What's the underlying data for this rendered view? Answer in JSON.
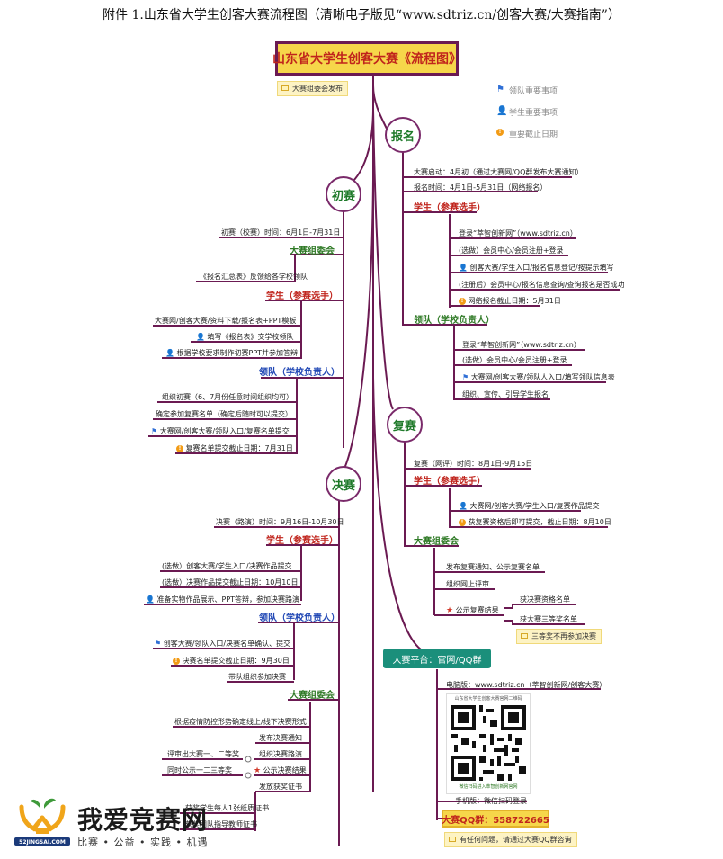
{
  "caption": "附件 1.山东省大学生创客大赛流程图（清晰电子版见“www.sdtriz.cn/创客大赛/大赛指南”）",
  "title": "山东省大学生创客大赛《流程图》",
  "title_note": "大赛组委会发布",
  "legend": {
    "leader": "领队重要事项",
    "student": "学生重要事项",
    "deadline": "重要截止日期"
  },
  "baoming": {
    "name": "报名",
    "start": "大赛启动：4月初（通过大赛网/QQ群发布大赛通知）",
    "time": "报名时间：4月1日-5月31日（网络报名）",
    "student_head": "学生（参赛选手）",
    "student_items": [
      "登录“萃智创新网”（www.sdtriz.cn）",
      "(选做）会员中心/会员注册+登录",
      "创客大赛/学生入口/报名信息登记/按提示填写",
      "(注册后）会员中心/报名信息查询/查询报名是否成功",
      "网络报名截止日期：5月31日"
    ],
    "leader_head": "领队（学校负责人）",
    "leader_items": [
      "登录“萃智创新网”（www.sdtriz.cn）",
      "(选做）会员中心/会员注册+登录",
      "大赛网/创客大赛/领队人入口/填写领队信息表",
      "组织、宣传、引导学生报名"
    ]
  },
  "chusai": {
    "name": "初赛",
    "time": "初赛（校赛）时间：6月1日-7月31日",
    "committee_head": "大赛组委会",
    "committee_items": [
      "《报名汇总表》反馈给各学校领队"
    ],
    "student_head": "学生（参赛选手）",
    "student_items": [
      "大赛网/创客大赛/资料下载/报名表+PPT模板",
      "填写《报名表》交学校领队",
      "根据学校要求制作初赛PPT并参加答辩"
    ],
    "leader_head": "领队（学校负责人）",
    "leader_items": [
      "组织初赛（6、7月份任意时间组织均可）",
      "确定参加复赛名单（确定后随时可以提交）",
      "大赛网/创客大赛/领队入口/复赛名单提交",
      "复赛名单提交截止日期：7月31日"
    ]
  },
  "fusai": {
    "name": "复赛",
    "time": "复赛（网评）时间：8月1日-9月15日",
    "student_head": "学生（参赛选手）",
    "student_items": [
      "大赛网/创客大赛/学生入口/复赛作品提交",
      "获复赛资格后即可提交，截止日期：8月10日"
    ],
    "committee_head": "大赛组委会",
    "committee_items": [
      "发布复赛通知、公示复赛名单",
      "组织网上评审",
      "公示复赛结果"
    ],
    "result_items": [
      "获决赛资格名单",
      "获大赛三等奖名单"
    ],
    "result_note": "三等奖不再参加决赛"
  },
  "juesai": {
    "name": "决赛",
    "time": "决赛（路演）时间：9月16日-10月30日",
    "student_head": "学生（参赛选手）",
    "student_items": [
      "(选做）创客大赛/学生入口/决赛作品提交",
      "(选做）决赛作品提交截止日期：10月10日",
      "准备实物作品展示、PPT答辩，参加决赛路演"
    ],
    "leader_head": "领队（学校负责人）",
    "leader_items": [
      "创客大赛/领队入口/决赛名单确认、提交",
      "决赛名单提交截止日期：9月30日",
      "带队组织参加决赛"
    ],
    "committee_head": "大赛组委会",
    "committee_items": [
      "根据疫情防控形势确定线上/线下决赛形式",
      "发布决赛通知",
      "组织决赛路演",
      "公示决赛结果",
      "发放获奖证书"
    ],
    "award_items": [
      "评审出大赛一、二等奖",
      "同时公示一二三等奖"
    ],
    "cert_items": [
      "获奖学生每人1张纸质证书",
      "获奖团队指导教师证书"
    ]
  },
  "platform": {
    "name": "大赛平台：官网/QQ群",
    "pc": "电脑版：www.sdtriz.cn（萃智创新网/创客大赛）",
    "qr_head": "山东省大学生创客大赛官网二维码",
    "qr_foot": "微信扫码进入萃智创新网官网",
    "mobile": "手机版：微信扫码登录",
    "qq": "大赛QQ群：558722665",
    "qq_note": "有任何问题，请通过大赛QQ群咨询"
  },
  "logo": {
    "name": "我爱竞赛网",
    "domain": "52JINGSAI.COM",
    "slogan": "比赛 • 公益 • 实践 • 机遇"
  },
  "colors": {
    "branch": "#6b1a52",
    "title_bg": "#f6d64a",
    "title_text": "#c0241c",
    "node_green": "#2f7a26",
    "leader_blue": "#2047b5",
    "platform": "#1b8f7b"
  }
}
